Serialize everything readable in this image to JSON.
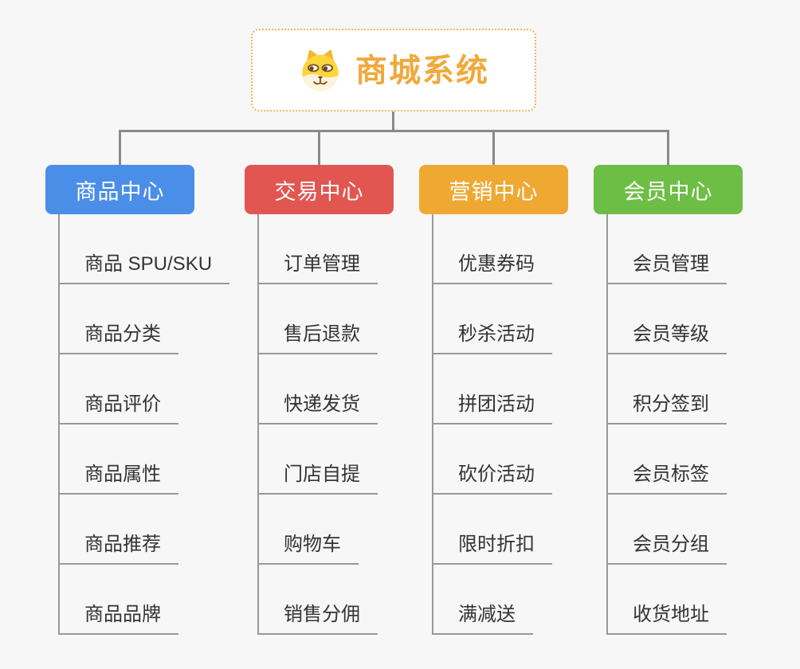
{
  "root": {
    "title": "商城系统",
    "icon": "doge-icon",
    "title_color": "#f0a93c",
    "border_color": "#f2b45c"
  },
  "connector_color": "#8a8a8a",
  "branches": [
    {
      "label": "商品中心",
      "color": "#4a8ee8",
      "children": [
        "商品 SPU/SKU",
        "商品分类",
        "商品评价",
        "商品属性",
        "商品推荐",
        "商品品牌"
      ]
    },
    {
      "label": "交易中心",
      "color": "#e25652",
      "children": [
        "订单管理",
        "售后退款",
        "快递发货",
        "门店自提",
        "购物车",
        "销售分佣"
      ]
    },
    {
      "label": "营销中心",
      "color": "#efa933",
      "children": [
        "优惠券码",
        "秒杀活动",
        "拼团活动",
        "砍价活动",
        "限时折扣",
        "满减送"
      ]
    },
    {
      "label": "会员中心",
      "color": "#6dbe45",
      "children": [
        "会员管理",
        "会员等级",
        "积分签到",
        "会员标签",
        "会员分组",
        "收货地址"
      ]
    }
  ]
}
